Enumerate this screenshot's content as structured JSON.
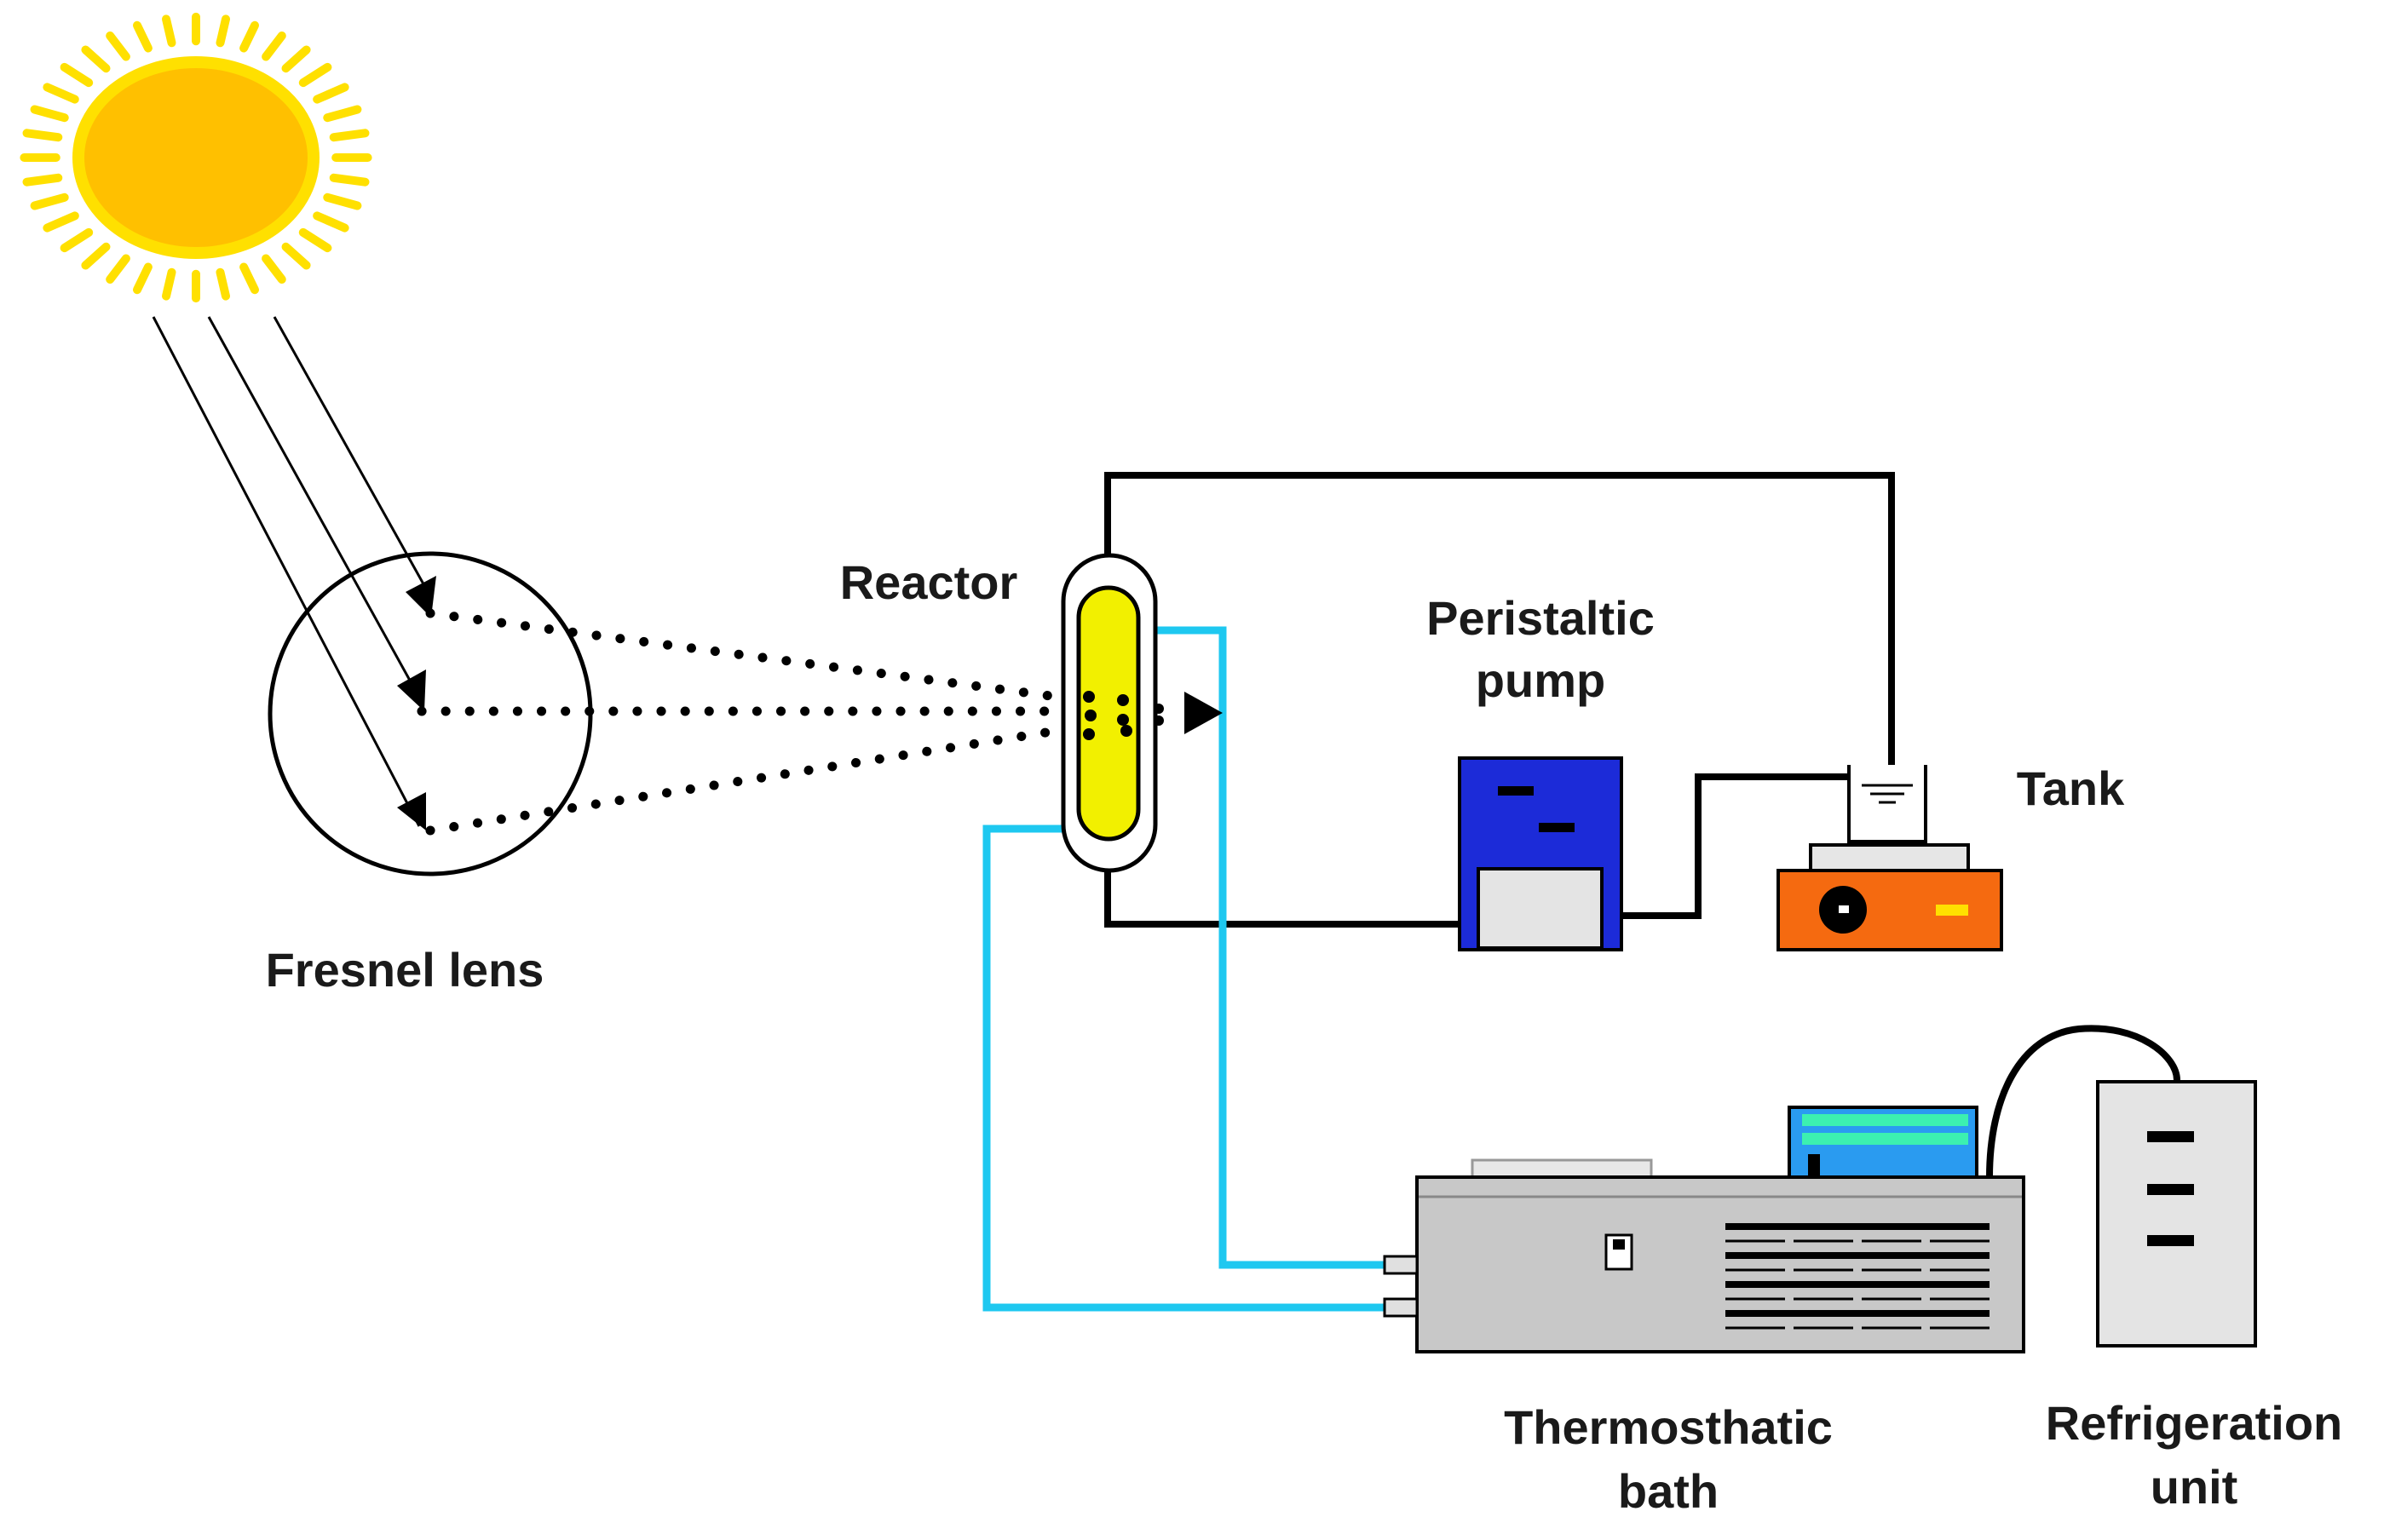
{
  "labels": {
    "reactor": "Reactor",
    "peristaltic_pump": [
      "Peristaltic",
      "pump"
    ],
    "tank": "Tank",
    "fresnel_lens": "Fresnel lens",
    "thermostatic_bath": [
      "Thermosthatic",
      "bath"
    ],
    "refrigeration_unit": [
      "Refrigeration",
      "unit"
    ]
  },
  "colors": {
    "sun_core": "#FFC000",
    "sun_rays": "#FFE000",
    "reactor_fill": "#F2F000",
    "coolant_line": "#1EC8F0",
    "pump_body": "#1C2BD8",
    "stirrer_body": "#F56A10",
    "bath_body": "#C8C8C8",
    "bath_panel": "#2A9BF0",
    "bath_display": "#3CF0B0",
    "outline": "#000000"
  }
}
